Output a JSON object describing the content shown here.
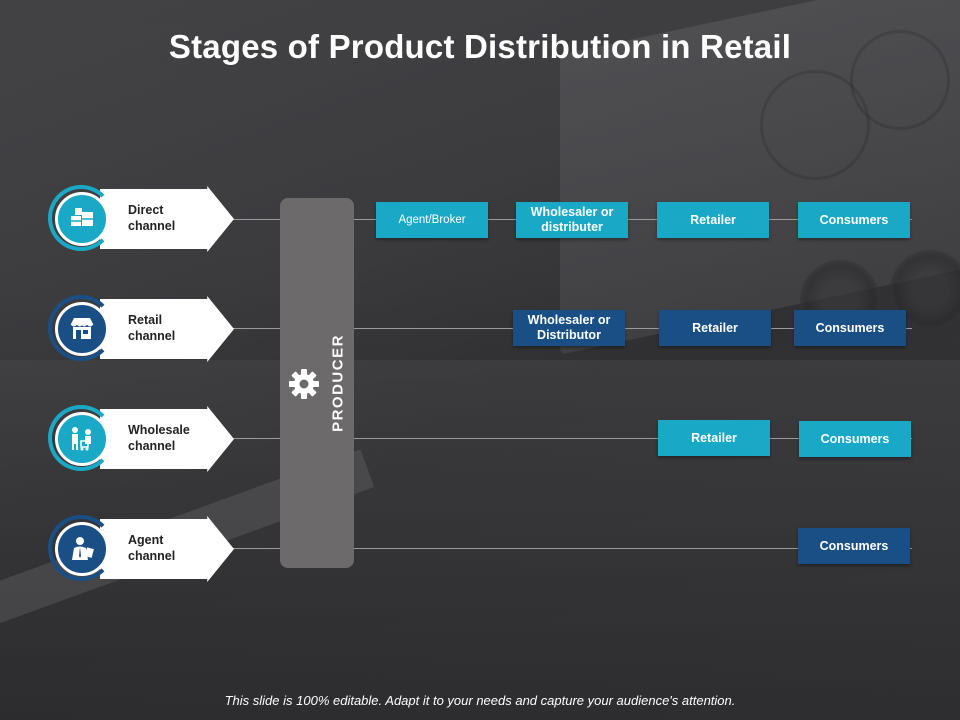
{
  "title": "Stages of Product Distribution in Retail",
  "footer": "This slide is 100% editable. Adapt it to your needs and capture your audience's attention.",
  "producer": {
    "label": "PRODUCER",
    "icon": "gear-icon"
  },
  "colors": {
    "accent_light": "#19a9c6",
    "accent_dark": "#1a4f86",
    "producer_bar": "#6d6a6b",
    "background": "#3d3d40"
  },
  "channels": [
    {
      "label": "Direct\nchannel",
      "icon": "boxes-icon"
    },
    {
      "label": "Retail\nchannel",
      "icon": "store-icon"
    },
    {
      "label": "Wholesale\nchannel",
      "icon": "shopper-icon"
    },
    {
      "label": "Agent\nchannel",
      "icon": "agent-icon"
    }
  ],
  "rows": [
    {
      "stages": [
        "Agent/Broker",
        "Wholesaler or distributer",
        "Retailer",
        "Consumers"
      ]
    },
    {
      "stages": [
        "Wholesaler or Distributor",
        "Retailer",
        "Consumers"
      ]
    },
    {
      "stages": [
        "Retailer",
        "Consumers"
      ]
    },
    {
      "stages": [
        "Consumers"
      ]
    }
  ]
}
